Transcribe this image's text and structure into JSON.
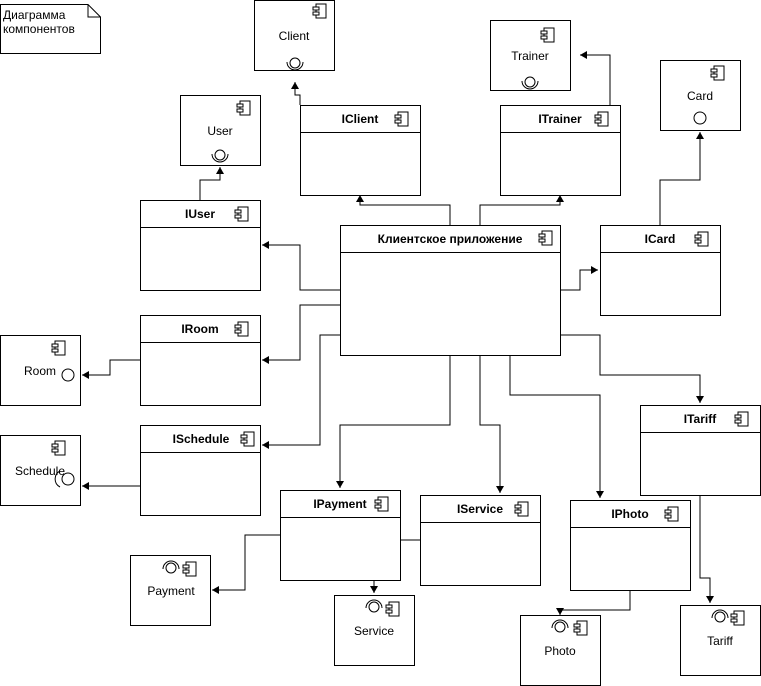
{
  "note": {
    "line1": "Диаграмма",
    "line2": "компонентов"
  },
  "components": {
    "client": "Client",
    "trainer": "Trainer",
    "card": "Card",
    "user": "User",
    "room": "Room",
    "schedule": "Schedule",
    "payment": "Payment",
    "service": "Service",
    "photo": "Photo",
    "tariff": "Tariff"
  },
  "interfaces": {
    "iclient": "IClient",
    "itrainer": "ITrainer",
    "iuser": "IUser",
    "icard": "ICard",
    "iroom": "IRoom",
    "ischedule": "ISchedule",
    "ipayment": "IPayment",
    "iservice": "IService",
    "iphoto": "IPhoto",
    "itariff": "ITariff"
  },
  "app": {
    "title": "Клиентское приложение"
  }
}
